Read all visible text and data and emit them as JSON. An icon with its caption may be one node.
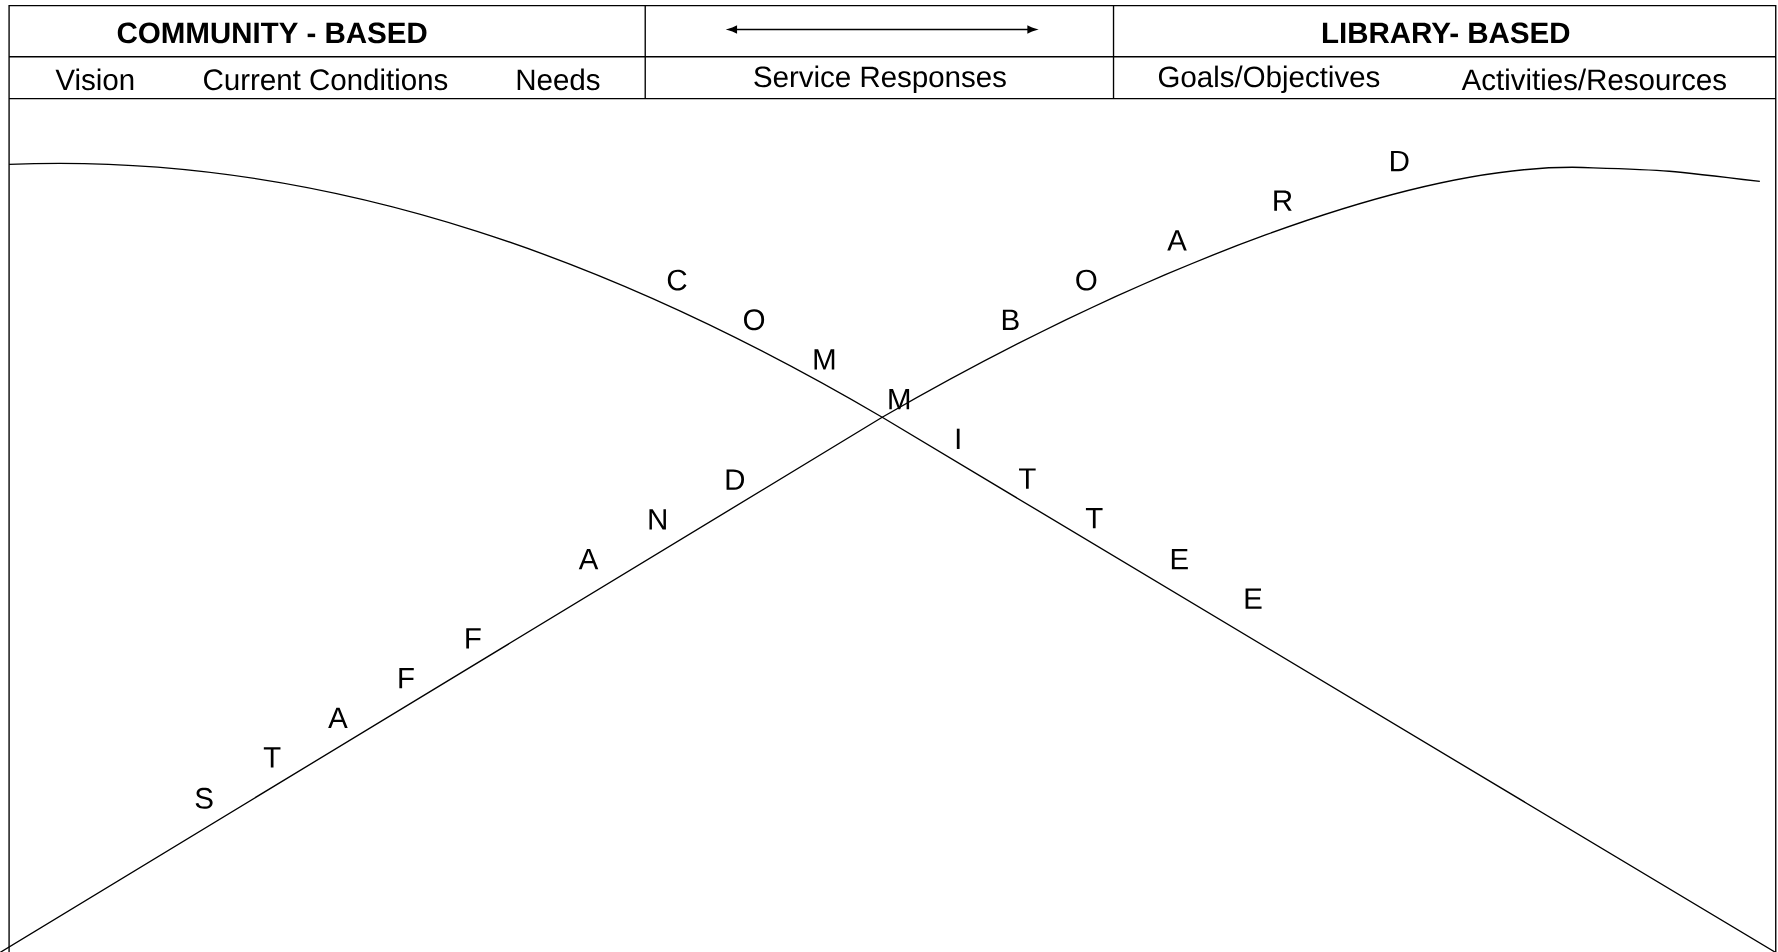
{
  "diagram": {
    "labels": [
      "COMMUNITY - BASED",
      "LIBRARY- BASED",
      "Vision",
      "Current Conditions",
      "Needs",
      "Service Responses",
      "Goals/Objectives",
      "Activities/Resources",
      "C",
      "O",
      "M",
      "M",
      "I",
      "T",
      "T",
      "E",
      "E",
      "S",
      "T",
      "A",
      "F",
      "F",
      "A",
      "N",
      "D",
      "B",
      "O",
      "A",
      "R",
      "D"
    ]
  }
}
